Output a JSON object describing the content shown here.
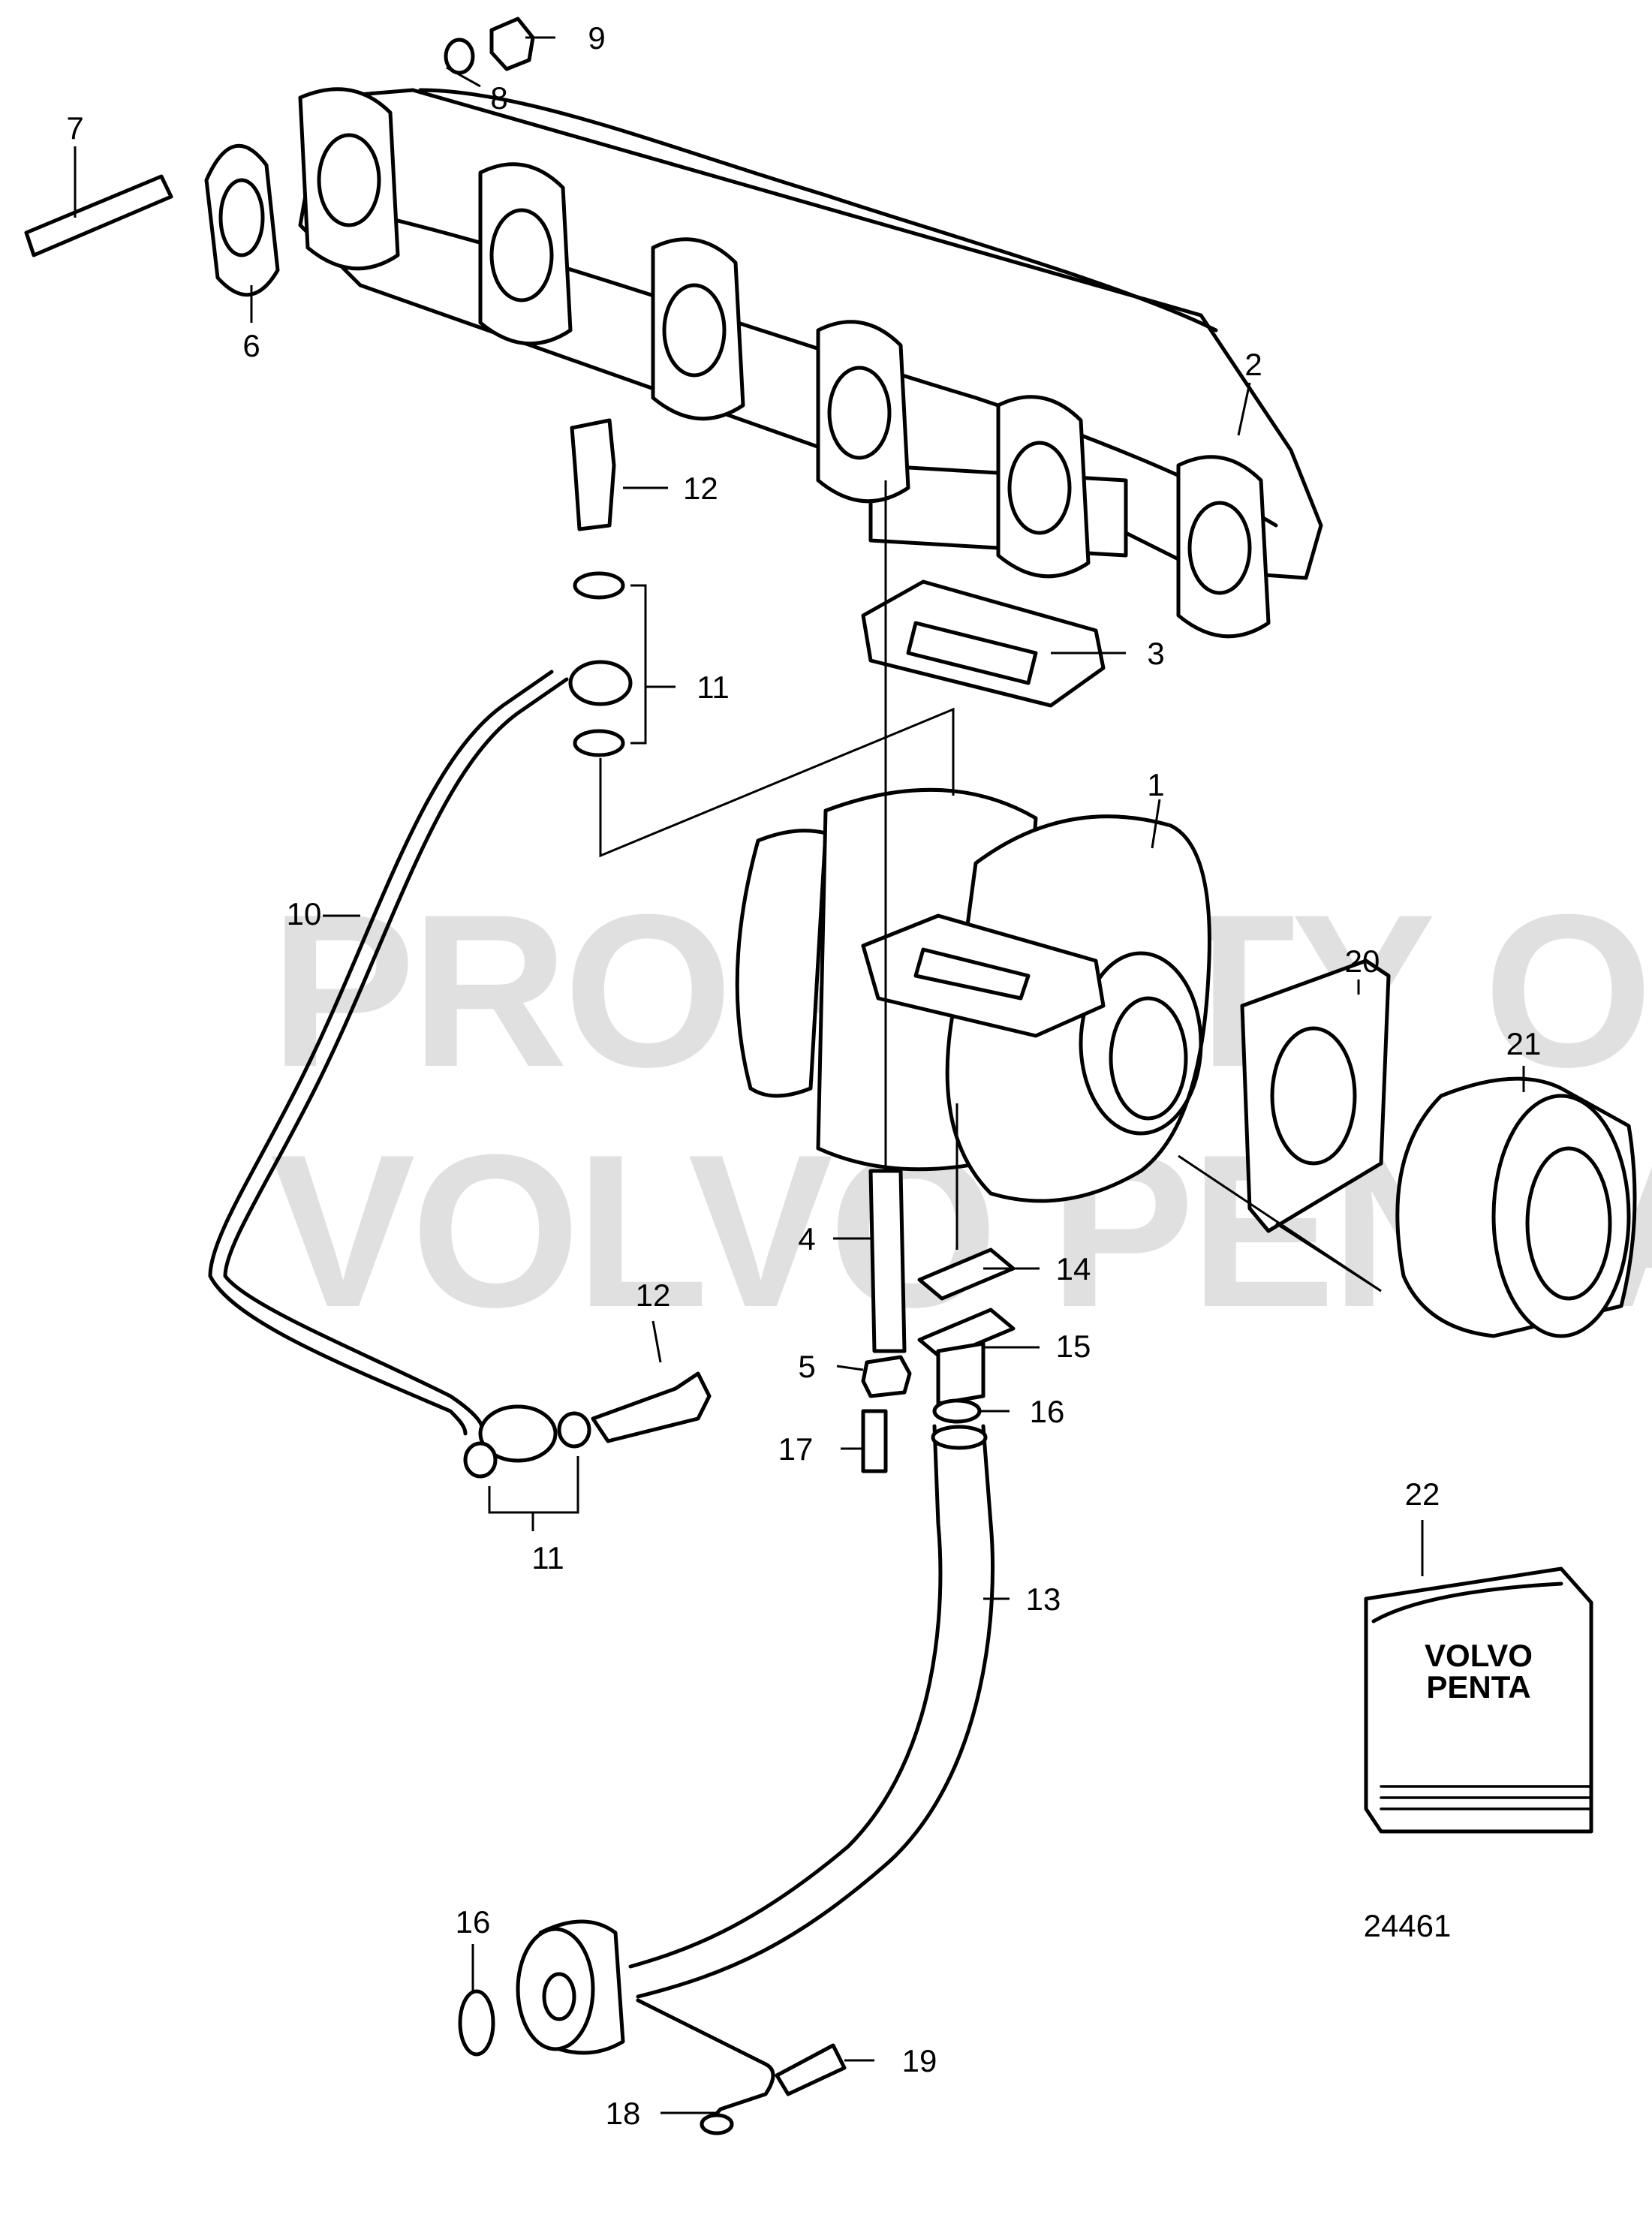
{
  "diagram": {
    "callouts": {
      "c1": "1",
      "c2": "2",
      "c3": "3",
      "c4": "4",
      "c5": "5",
      "c6": "6",
      "c7": "7",
      "c8": "8",
      "c9": "9",
      "c10": "10",
      "c11a": "11",
      "c11b": "11",
      "c12a": "12",
      "c12b": "12",
      "c13": "13",
      "c14": "14",
      "c15": "15",
      "c16a": "16",
      "c16b": "16",
      "c17": "17",
      "c18": "18",
      "c19": "19",
      "c20": "20",
      "c21": "21",
      "c22": "22"
    },
    "watermark": {
      "line1": "PROPERTY OF",
      "line2": "VOLVO PENTA"
    },
    "package_logo": {
      "line1": "VOLVO",
      "line2": "PENTA"
    },
    "drawing_number": "24461"
  }
}
